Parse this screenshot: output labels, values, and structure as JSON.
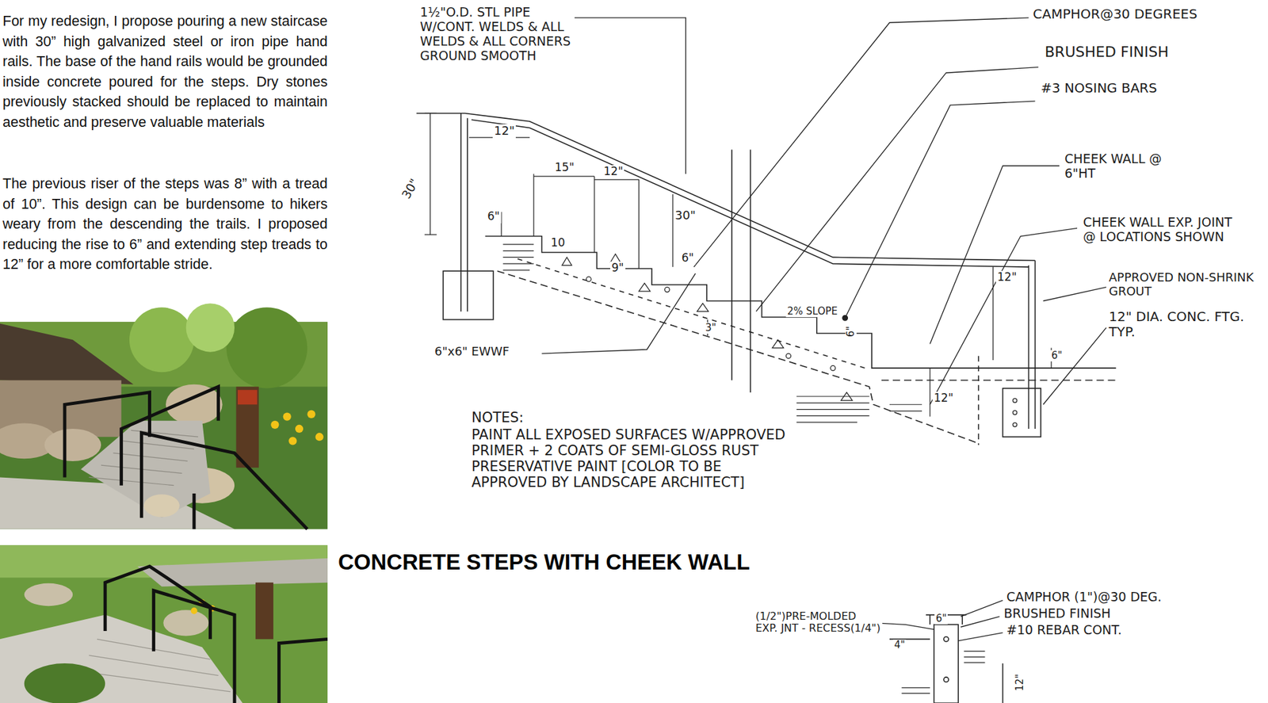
{
  "diagram": {
    "title": "CONCRETE STEPS WITH CHEEK WALL",
    "labels": [
      "For my redesign, I propose pouring a new staircase with 30” high galvanized steel or iron pipe hand rails. The base of the hand rails would be grounded inside concrete poured for the steps. Dry stones previously stacked should be replaced to maintain aesthetic and preserve valuable materials",
      "The previous riser of the steps was 8” with a tread of 10”. This design can be burdensome to hikers weary from the descending the trails. I proposed reducing the rise to 6” and extending step treads to 12” for a more comfortable stride.",
      "1½\"O.D. STL PIPE W/CONT. WELDS & ALL WELDS & ALL CORNERS GROUND SMOOTH",
      "CAMPHOR@30 DEGREES",
      "BRUSHED FINISH",
      "#3 NOSING BARS",
      "CHEEK WALL @ 6\"HT",
      "CHEEK WALL EXP. JOINT @ LOCATIONS SHOWN",
      "APPROVED NON-SHRINK GROUT",
      "12\" DIA. CONC. FTG. TYP.",
      "6\"x6\" EWWF",
      "12\"",
      "30\"",
      "15\"",
      "12\"",
      "6\"",
      "10",
      "9\"",
      "30\"",
      "6\"",
      "3\"",
      "2% SLOPE",
      "6\"",
      "12\"",
      "6\"",
      "12\"",
      "NOTES:",
      "PAINT ALL EXPOSED SURFACES W/APPROVED PRIMER + 2 COATS OF SEMI-GLOSS RUST PRESERVATIVE PAINT [COLOR TO BE APPROVED BY LANDSCAPE ARCHITECT]",
      "(1/2\")PRE-MOLDED EXP. JNT - RECESS(1/4\")",
      "6\"",
      "4\"",
      "CAMPHOR (1\")@30 DEG.",
      "BRUSHED FINISH",
      "#10 REBAR CONT.",
      "12\""
    ]
  }
}
